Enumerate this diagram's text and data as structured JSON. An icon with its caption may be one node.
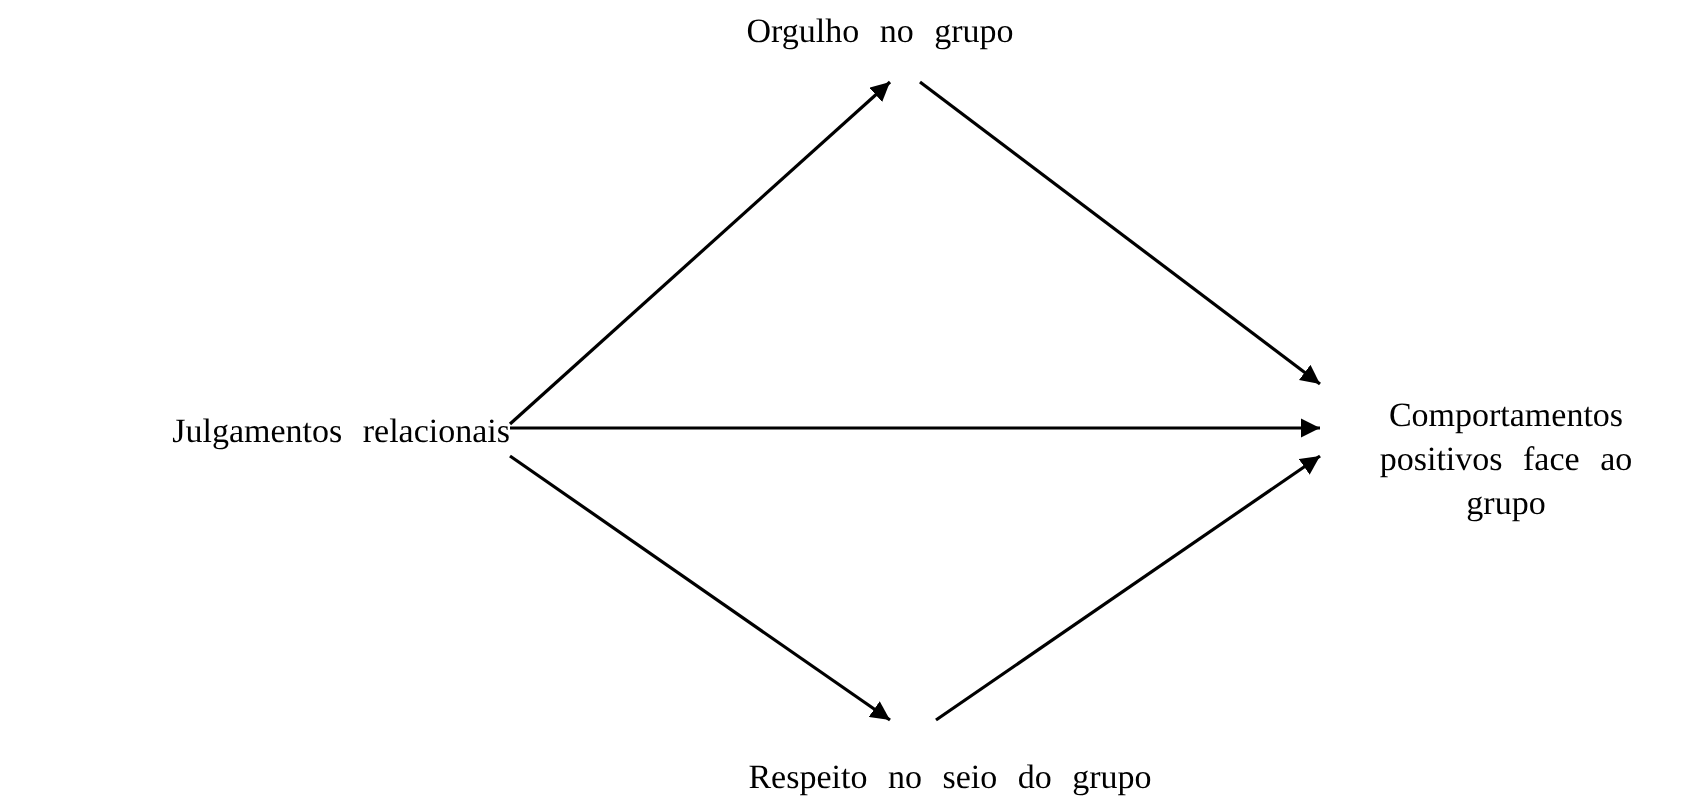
{
  "diagram": {
    "nodes": [
      {
        "text": [
          "Julgamentos relacionais"
        ]
      },
      {
        "text": [
          "Orgulho no grupo"
        ]
      },
      {
        "text": [
          "Respeito no seio do grupo"
        ]
      },
      {
        "text": [
          "Comportamentos positivos face ao grupo"
        ]
      }
    ],
    "edges": [
      {
        "from": 0,
        "to": 1,
        "arrow": "to"
      },
      {
        "from": 1,
        "to": 3,
        "arrow": "to"
      },
      {
        "from": 0,
        "to": 3,
        "arrow": "to"
      },
      {
        "from": 0,
        "to": 2,
        "arrow": "to"
      },
      {
        "from": 2,
        "to": 3,
        "arrow": "to"
      }
    ]
  }
}
